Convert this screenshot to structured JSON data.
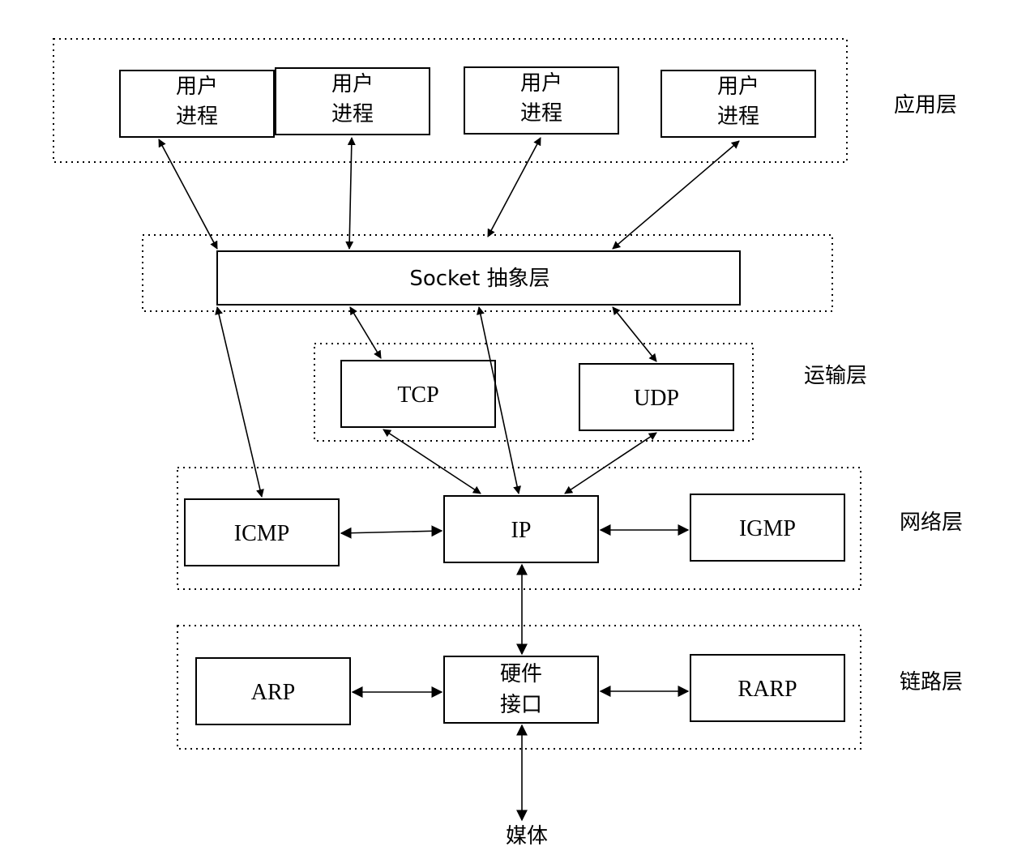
{
  "layers": {
    "application": "应用层",
    "transport": "运输层",
    "network": "网络层",
    "link": "链路层"
  },
  "application": {
    "processes": [
      {
        "line1": "用户",
        "line2": "进程"
      },
      {
        "line1": "用户",
        "line2": "进程"
      },
      {
        "line1": "用户",
        "line2": "进程"
      },
      {
        "line1": "用户",
        "line2": "进程"
      }
    ]
  },
  "socket_layer": {
    "label": "Socket 抽象层"
  },
  "transport": {
    "tcp": "TCP",
    "udp": "UDP"
  },
  "network": {
    "icmp": "ICMP",
    "ip": "IP",
    "igmp": "IGMP"
  },
  "link": {
    "arp": "ARP",
    "hardware": {
      "line1": "硬件",
      "line2": "接口"
    },
    "rarp": "RARP"
  },
  "media": "媒体"
}
